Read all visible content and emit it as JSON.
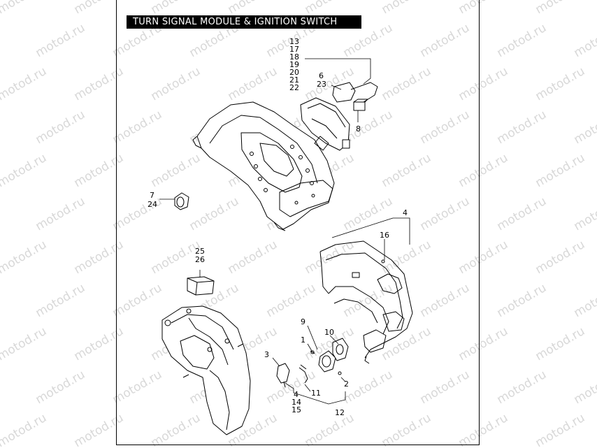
{
  "title": "TURN SIGNAL MODULE & IGNITION SWITCH",
  "watermark": "motod.ru",
  "callouts": {
    "c13": "13",
    "c17": "17",
    "c18": "18",
    "c19": "19",
    "c20": "20",
    "c21": "21",
    "c22": "22",
    "c6": "6",
    "c23": "23",
    "c8": "8",
    "c7": "7",
    "c24": "24",
    "c25": "25",
    "c26": "26",
    "c4a": "4",
    "c16": "16",
    "c9": "9",
    "c10": "10",
    "c1": "1",
    "c3": "3",
    "c2": "2",
    "c11": "11",
    "c4b": "4",
    "c14": "14",
    "c15": "15",
    "c12": "12"
  }
}
